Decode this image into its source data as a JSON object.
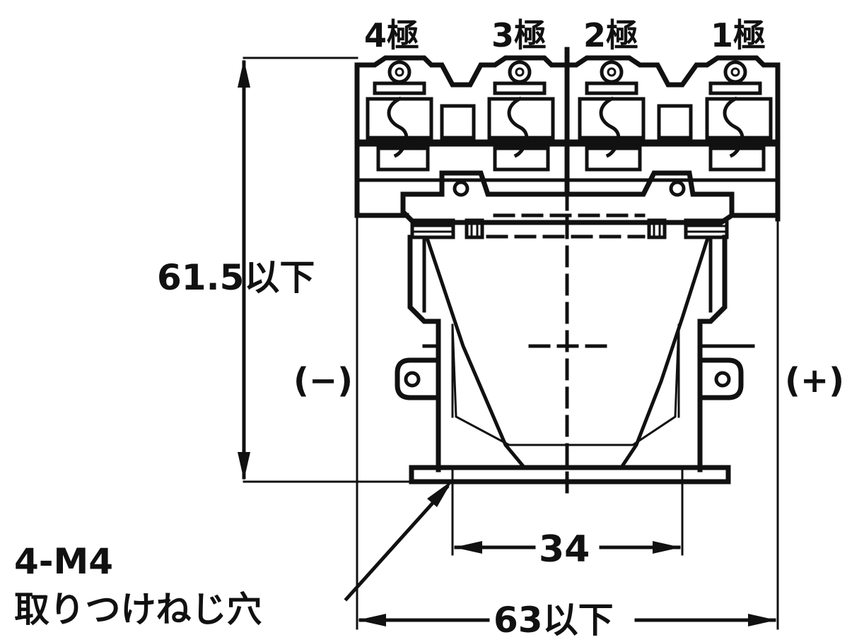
{
  "labels": {
    "pole4": "4極",
    "pole3": "3極",
    "pole2": "2極",
    "pole1": "1極",
    "height_dim": "61.5以下",
    "minus": "(−)",
    "plus": "(+)",
    "inner_width": "34",
    "outer_width": "63以下",
    "hole_spec": "4-M4",
    "hole_desc": "取りつけねじ穴"
  },
  "colors": {
    "ink": "#111111",
    "paper": "#ffffff"
  }
}
